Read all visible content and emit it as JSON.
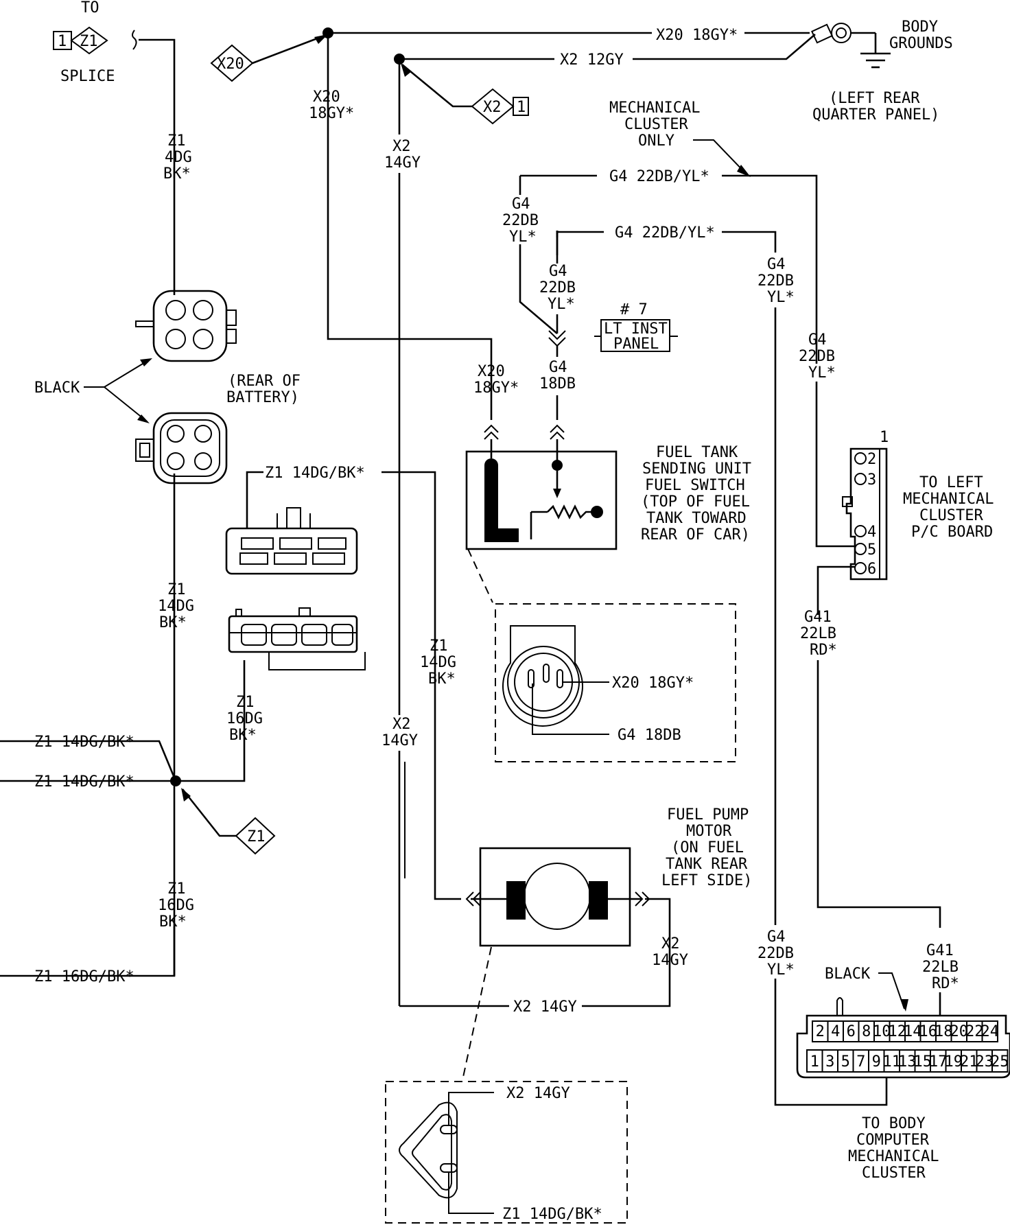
{
  "splice": {
    "top": "TO",
    "pin": "1",
    "id": "Z1",
    "caption": "SPLICE"
  },
  "diamonds": {
    "x20": "X20",
    "x2": "X2",
    "x2_pin": "1",
    "z1": "Z1"
  },
  "ground": {
    "wire_x20": "X20 18GY*",
    "wire_x2": "X2 12GY",
    "title1": "BODY",
    "title2": "GROUNDS",
    "loc1": "(LEFT REAR",
    "loc2": "QUARTER PANEL)"
  },
  "labels": {
    "z1_top": [
      "Z1",
      "4DG",
      "BK*"
    ],
    "x20_vert": [
      "X20",
      "18GY*"
    ],
    "x2_vert_top": [
      "X2",
      "14GY"
    ],
    "mech_only": [
      "MECHANICAL",
      "CLUSTER",
      "ONLY"
    ],
    "g4_top": "G4 22DB/YL*",
    "g4_left": [
      "G4",
      "22DB",
      "YL*"
    ],
    "g4_mid": "G4 22DB/YL*",
    "g4_inner": [
      "G4",
      "22DB",
      "YL*"
    ],
    "g4_right": [
      "G4",
      "22DB",
      "YL*"
    ],
    "g4_far": [
      "G4",
      "22DB",
      "YL*"
    ],
    "inst": [
      "# 7",
      "LT INST",
      "PANEL"
    ],
    "x20_sender": [
      "X20",
      "18GY*"
    ],
    "g4_sender": [
      "G4",
      "18DB"
    ],
    "black": "BLACK",
    "battery": [
      "(REAR OF",
      "BATTERY)"
    ],
    "z1_conn": "Z1 14DG/BK*",
    "sender_title": [
      "FUEL TANK",
      "SENDING UNIT",
      "FUEL SWITCH",
      "(TOP OF FUEL",
      "TANK TOWARD",
      "REAR OF CAR)"
    ],
    "mech_board": [
      "TO LEFT",
      "MECHANICAL",
      "CLUSTER",
      "P/C BOARD"
    ],
    "board_pins": [
      "1",
      "2",
      "3",
      "4",
      "5",
      "6"
    ],
    "z1_mid": [
      "Z1",
      "14DG",
      "BK*"
    ],
    "z1_right": [
      "Z1",
      "14DG",
      "BK*"
    ],
    "z1_16": [
      "Z1",
      "16DG",
      "BK*"
    ],
    "x2_vert_bot": [
      "X2",
      "14GY"
    ],
    "g41_top": [
      "G41",
      "22LB",
      "RD*"
    ],
    "detail_x20": "X20 18GY*",
    "detail_g4": "G4 18DB",
    "left_z1_a": "Z1 14DG/BK*",
    "left_z1_b": "Z1 14DG/BK*",
    "z1_16_bot": [
      "Z1",
      "16DG",
      "BK*"
    ],
    "left_z1_c": "Z1 16DG/BK*",
    "pump_title": [
      "FUEL PUMP",
      "MOTOR",
      "(ON FUEL",
      "TANK REAR",
      "LEFT SIDE)"
    ],
    "x2_pump": [
      "X2",
      "14GY"
    ],
    "x2_bottom": "X2 14GY",
    "g4_bottom": [
      "G4",
      "22DB",
      "YL*"
    ],
    "black2": "BLACK",
    "g41_bottom": [
      "G41",
      "22LB",
      "RD*"
    ],
    "body_comp": [
      "TO BODY",
      "COMPUTER",
      "MECHANICAL",
      "CLUSTER"
    ],
    "pump_x2": "X2 14GY",
    "pump_z1": "Z1 14DG/BK*"
  },
  "bcm_top_pins": [
    "2",
    "4",
    "6",
    "8",
    "10",
    "12",
    "14",
    "16",
    "18",
    "20",
    "22",
    "24"
  ],
  "bcm_bottom_pins": [
    "1",
    "3",
    "5",
    "7",
    "9",
    "11",
    "13",
    "15",
    "17",
    "19",
    "21",
    "23",
    "25"
  ]
}
